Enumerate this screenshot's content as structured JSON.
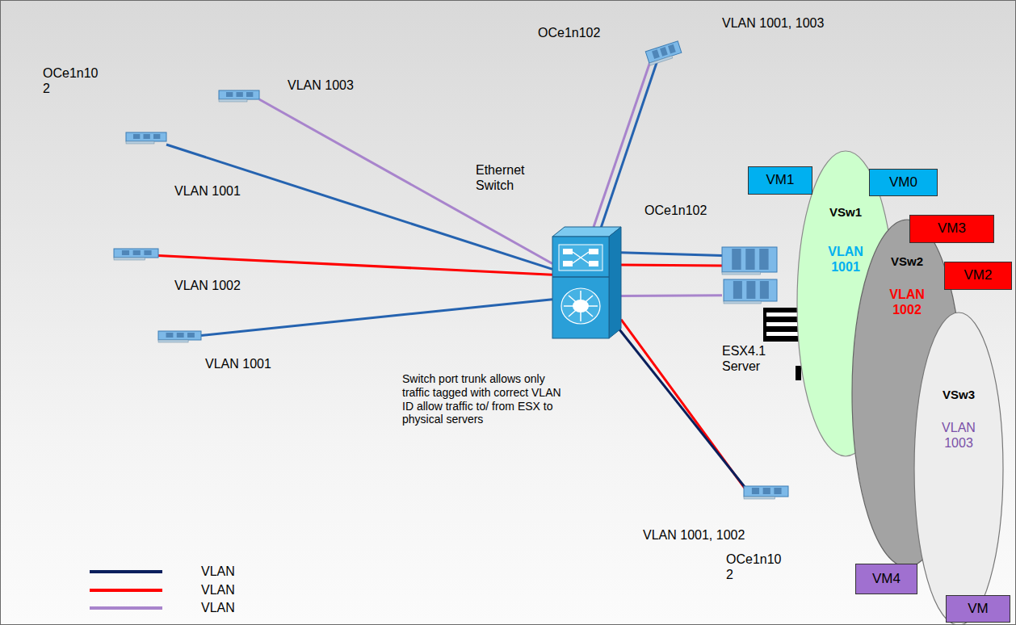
{
  "diagram": {
    "nodes": [
      {
        "text": [
          "VLAN 1003"
        ]
      },
      {
        "text": [
          "VLAN 1001"
        ]
      },
      {
        "text": [
          "VLAN 1002"
        ]
      },
      {
        "text": [
          "VLAN 1001"
        ]
      },
      {
        "text": [
          "OCe1n102",
          "VLAN 1001, 1003"
        ]
      },
      {
        "text": [
          "Ethernet Switch"
        ]
      },
      {
        "text": [
          "OCe1n102",
          "ESX4.1 Server"
        ]
      },
      {
        "text": [
          "VLAN 1001, 1002",
          "OCe1n10 2"
        ]
      },
      {
        "text": [
          "VSw1",
          "VLAN 1001"
        ]
      },
      {
        "text": [
          "VSw2",
          "VLAN 1002"
        ]
      },
      {
        "text": [
          "VSw3",
          "VLAN 1003"
        ]
      },
      {
        "text": [
          "VM1"
        ]
      },
      {
        "text": [
          "VM0"
        ]
      },
      {
        "text": [
          "VM3"
        ]
      },
      {
        "text": [
          "VM2"
        ]
      },
      {
        "text": [
          "VM4"
        ]
      },
      {
        "text": [
          "VM"
        ]
      }
    ],
    "edges": [
      {
        "from": 0,
        "to": 5,
        "arrow": "none"
      },
      {
        "from": 1,
        "to": 5,
        "arrow": "none"
      },
      {
        "from": 2,
        "to": 5,
        "arrow": "none"
      },
      {
        "from": 3,
        "to": 5,
        "arrow": "none"
      },
      {
        "from": 4,
        "to": 5,
        "arrow": "none"
      },
      {
        "from": 4,
        "to": 5,
        "arrow": "none"
      },
      {
        "from": 5,
        "to": 6,
        "arrow": "none"
      },
      {
        "from": 5,
        "to": 6,
        "arrow": "none"
      },
      {
        "from": 5,
        "to": 6,
        "arrow": "none"
      },
      {
        "from": 5,
        "to": 7,
        "arrow": "none"
      },
      {
        "from": 5,
        "to": 7,
        "arrow": "none"
      }
    ],
    "labels": [
      "OCe1n10 2",
      "Switch port trunk allows only traffic tagged with correct VLAN ID allow traffic to/ from ESX to physical servers"
    ],
    "legend": [
      {
        "text": "VLAN"
      },
      {
        "text": "VLAN"
      },
      {
        "text": "VLAN"
      }
    ]
  }
}
